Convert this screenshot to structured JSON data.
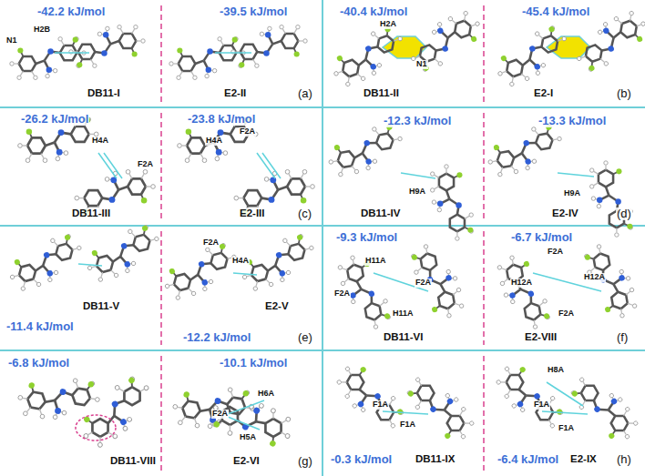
{
  "diagram": {
    "labels": [
      "-42.2 kJ/mol",
      "N1",
      "H2B",
      "DB11-I",
      "-39.5 kJ/mol",
      "E2-II",
      "(a)",
      "-40.4 kJ/mol",
      "H2A",
      "N1",
      "DB11-II",
      "-45.4 kJ/mol",
      "E2-I",
      "(b)",
      "-26.2 kJ/mol",
      "H4A",
      "F2A",
      "DB11-III",
      "-23.8 kJ/mol",
      "H4A",
      "F2A",
      "E2-III",
      "(c)",
      "-12.3 kJ/mol",
      "H9A",
      "DB11-IV",
      "-13.3 kJ/mol",
      "H9A",
      "E2-IV",
      "(d)",
      "DB11-V",
      "-11.4 kJ/mol",
      "F2A",
      "H4A",
      "E2-V",
      "-12.2 kJ/mol",
      "(e)",
      "-9.3 kJ/mol",
      "H11A",
      "F2A",
      "F2A",
      "H11A",
      "DB11-VI",
      "-6.7 kJ/mol",
      "F2A",
      "H12A",
      "H12A",
      "F2A",
      "E2-VIII",
      "(f)",
      "-6.8 kJ/mol",
      "DB11-VIII",
      "-10.1 kJ/mol",
      "F2A",
      "H6A",
      "H5A",
      "E2-VI",
      "(g)",
      "-0.3 kJ/mol",
      "F1A",
      "F1A",
      "DB11-IX",
      "-6.4 kJ/mol",
      "H8A",
      "F1A",
      "F1A",
      "E2-IX",
      "(h)"
    ]
  }
}
